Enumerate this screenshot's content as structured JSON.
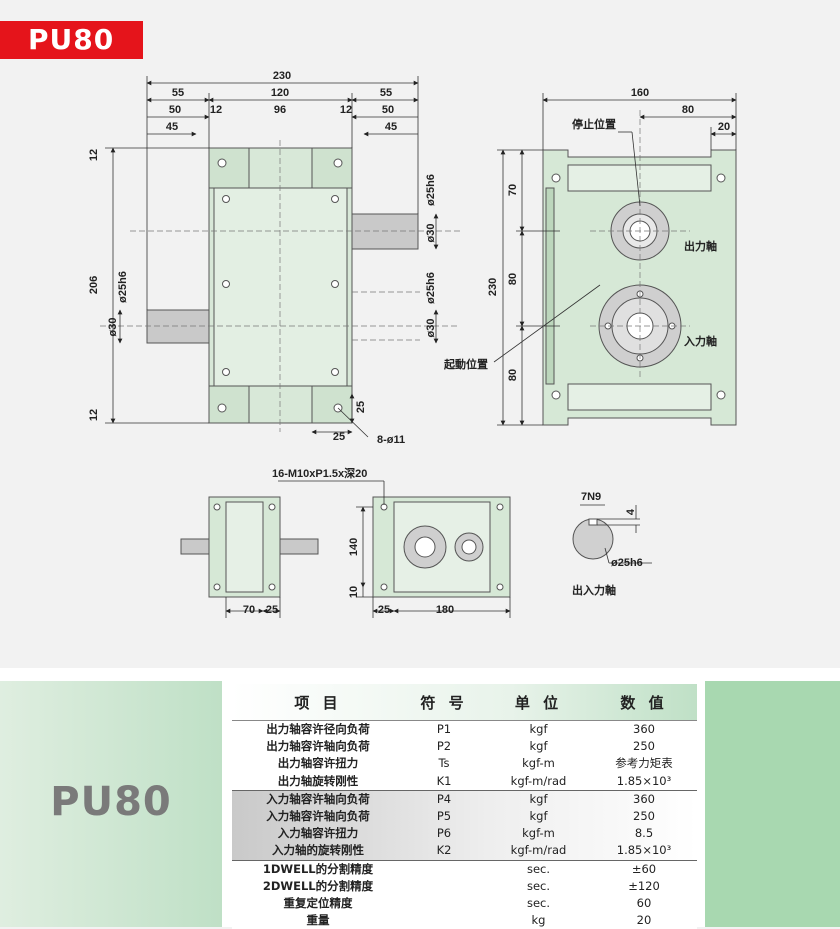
{
  "title": "PU80",
  "drawing": {
    "dims": {
      "d230_top": "230",
      "d55_l": "55",
      "d120": "120",
      "d55_r": "55",
      "d50_l": "50",
      "d12_l": "12",
      "d96": "96",
      "d12_r": "12",
      "d50_r": "50",
      "d45_l": "45",
      "d45_r": "45",
      "d12_top": "12",
      "d206": "206",
      "d12_bot": "12",
      "d25h6_a": "ø25h6",
      "d30_a": "ø30",
      "d25h6_b": "ø25h6",
      "d30_b": "ø30",
      "d25h6_c": "ø25h6",
      "d30_c": "ø30",
      "d25_v": "25",
      "d25_h": "25",
      "d8_11": "8-ø11",
      "d160": "160",
      "d80_r": "80",
      "d20": "20",
      "d230_v": "230",
      "d70": "70",
      "d80_mid": "80",
      "d80_bot": "80",
      "m10": "16-M10xP1.5x深20",
      "d140": "140",
      "d10": "10",
      "d70_b": "70",
      "d25_b": "25",
      "d25_c": "25",
      "d180": "180",
      "d7n9": "7N9",
      "d4": "4",
      "d25h6_d": "ø25h6"
    },
    "labels": {
      "stop_pos": "停止位置",
      "output_shaft": "出力軸",
      "input_shaft": "入力軸",
      "start_pos": "起動位置",
      "io_shaft": "出入力軸"
    }
  },
  "panel_title": "PU80",
  "spec": {
    "headers": [
      "项  目",
      "符  号",
      "单  位",
      "数  值"
    ],
    "rows": [
      {
        "item": "出力轴容许径向负荷",
        "sym": "P1",
        "unit": "kgf",
        "val": "360"
      },
      {
        "item": "出力轴容许轴向负荷",
        "sym": "P2",
        "unit": "kgf",
        "val": "250"
      },
      {
        "item": "出力轴容许扭力",
        "sym": "Ts",
        "unit": "kgf-m",
        "val": "参考力矩表"
      },
      {
        "item": "出力轴旋转刚性",
        "sym": "K1",
        "unit": "kgf-m/rad",
        "val": "1.85×10³"
      },
      {
        "item": "入力轴容许轴向负荷",
        "sym": "P4",
        "unit": "kgf",
        "val": "360"
      },
      {
        "item": "入力轴容许轴向负荷",
        "sym": "P5",
        "unit": "kgf",
        "val": "250"
      },
      {
        "item": "入力轴容许扭力",
        "sym": "P6",
        "unit": "kgf-m",
        "val": "8.5"
      },
      {
        "item": "入力轴的旋转刚性",
        "sym": "K2",
        "unit": "kgf-m/rad",
        "val": "1.85×10³"
      },
      {
        "item": "1DWELL的分割精度",
        "sym": "",
        "unit": "sec.",
        "val": "±60"
      },
      {
        "item": "2DWELL的分割精度",
        "sym": "",
        "unit": "sec.",
        "val": "±120"
      },
      {
        "item": "重复定位精度",
        "sym": "",
        "unit": "sec.",
        "val": "60"
      },
      {
        "item": "重量",
        "sym": "",
        "unit": "kg",
        "val": "20"
      }
    ]
  }
}
